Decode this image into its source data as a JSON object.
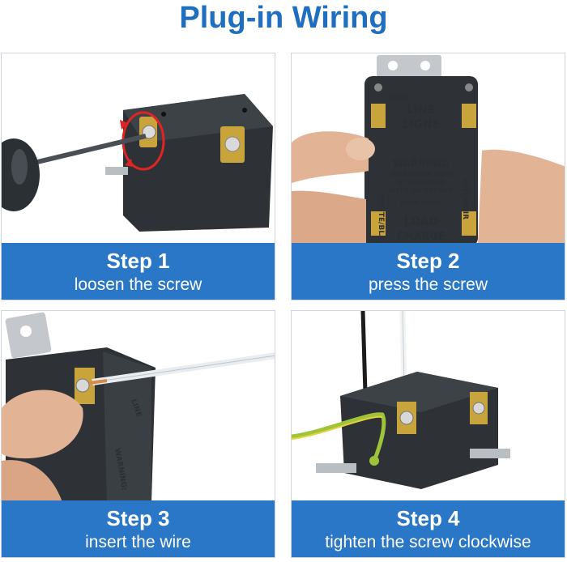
{
  "title": "Plug-in Wiring",
  "steps": [
    {
      "title": "Step 1",
      "desc": "loosen the screw"
    },
    {
      "title": "Step 2",
      "desc": "press the screw"
    },
    {
      "title": "Step 3",
      "desc": "insert the wire"
    },
    {
      "title": "Step 4",
      "desc": "tighten the screw clockwise"
    }
  ],
  "receptacle_labels": {
    "gnd": "GND",
    "line": "LINE",
    "ligne": "LIGNE",
    "warning": "WARNING:",
    "warranty": "WARRANTY VOID",
    "tampered": "IF TAMPERED",
    "opened": "WITH OR OPENED",
    "strip": "STRIP GAUGE",
    "load": "LOAD",
    "charge": "CHARGE",
    "white": "WHITE/BLANC",
    "hot": "HOT/NOIR"
  },
  "colors": {
    "accent": "#2a77c7",
    "title": "#1f6fc1",
    "receptacle_body": "#2e3236",
    "brass": "#c9a33c",
    "skin": "#e7b99a",
    "ground_wire": "#9fc43a"
  }
}
